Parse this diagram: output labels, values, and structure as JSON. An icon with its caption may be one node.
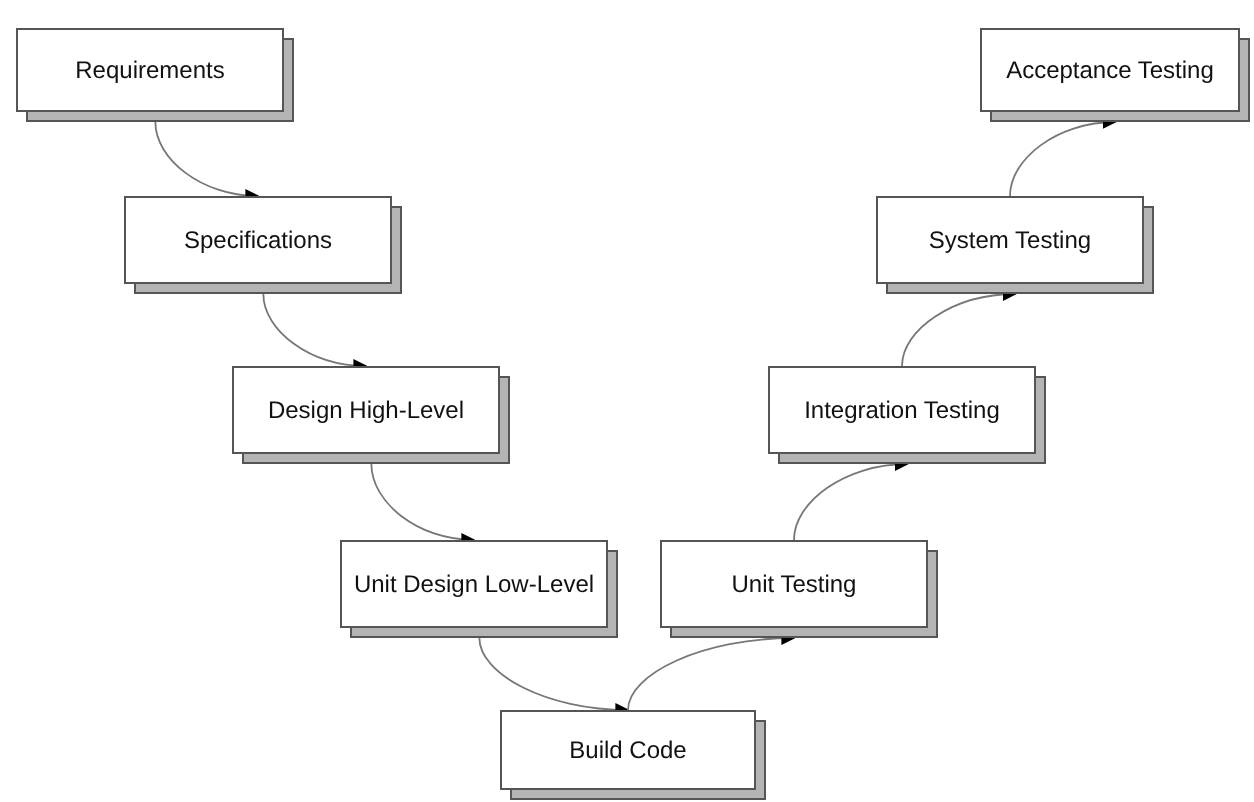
{
  "diagram": {
    "nodes": [
      {
        "text": [
          "Requirements"
        ]
      },
      {
        "text": [
          "Specifications"
        ]
      },
      {
        "text": [
          "Design High-Level"
        ]
      },
      {
        "text": [
          "Unit Design Low-Level"
        ]
      },
      {
        "text": [
          "Build Code"
        ]
      },
      {
        "text": [
          "Unit Testing"
        ]
      },
      {
        "text": [
          "Integration Testing"
        ]
      },
      {
        "text": [
          "System Testing"
        ]
      },
      {
        "text": [
          "Acceptance Testing"
        ]
      }
    ],
    "edges": [
      {
        "from": 0,
        "to": 1,
        "arrow": "to"
      },
      {
        "from": 1,
        "to": 2,
        "arrow": "to"
      },
      {
        "from": 2,
        "to": 3,
        "arrow": "to"
      },
      {
        "from": 3,
        "to": 4,
        "arrow": "to"
      },
      {
        "from": 4,
        "to": 5,
        "arrow": "to"
      },
      {
        "from": 5,
        "to": 6,
        "arrow": "to"
      },
      {
        "from": 6,
        "to": 7,
        "arrow": "to"
      },
      {
        "from": 7,
        "to": 8,
        "arrow": "to"
      }
    ]
  }
}
